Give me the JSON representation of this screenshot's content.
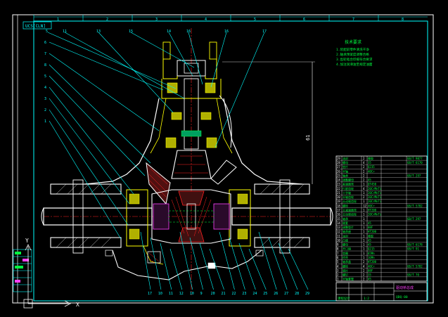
{
  "drawing": {
    "view_tag": "UCS[CLN]",
    "dimension": "61",
    "colors": {
      "background": "#000000",
      "border": "#ffffff",
      "frame": "#00ffff",
      "part": "#ffffff",
      "yellow": "#ffff00",
      "red": "#ff2020",
      "green": "#00ff40",
      "magenta": "#ff40ff"
    }
  },
  "grid_top": [
    "1",
    "2",
    "3",
    "4",
    "5",
    "6",
    "7",
    "8"
  ],
  "leaders_top": [
    "5",
    "11",
    "13",
    "15",
    "14",
    "16",
    "16",
    "17"
  ],
  "leaders_left": [
    "6",
    "7",
    "8",
    "5",
    "4",
    "3",
    "2",
    "1"
  ],
  "leaders_bottom": [
    "17",
    "10",
    "11",
    "12",
    "10",
    "9",
    "20",
    "21",
    "22",
    "23",
    "24",
    "25",
    "26",
    "27",
    "28",
    "29"
  ],
  "notes": {
    "title": "技术要求",
    "lines": [
      "1.装配前零件清洗干净",
      "2.轴承预紧度调整合格",
      "3.齿轮啮合印痕符合要求",
      "4.加注润滑油至规定油面"
    ]
  },
  "bom_rows": [
    {
      "no": "29",
      "name": "油封",
      "qty": "2",
      "mat": "橡胶",
      "note": "GB/T 9877"
    },
    {
      "no": "28",
      "name": "螺母",
      "qty": "4",
      "mat": "35",
      "note": "GB/T 6170"
    },
    {
      "no": "27",
      "name": "垫片",
      "qty": "2",
      "mat": "Q235",
      "note": ""
    },
    {
      "no": "26",
      "name": "半轴",
      "qty": "2",
      "mat": "40Cr",
      "note": ""
    },
    {
      "no": "25",
      "name": "轴承",
      "qty": "2",
      "mat": "",
      "note": "GB/T 297"
    },
    {
      "no": "24",
      "name": "调整螺母",
      "qty": "2",
      "mat": "45",
      "note": ""
    },
    {
      "no": "23",
      "name": "差速器壳",
      "qty": "1",
      "mat": "QT450",
      "note": ""
    },
    {
      "no": "22",
      "name": "行星齿轮",
      "qty": "4",
      "mat": "20CrMnTi",
      "note": ""
    },
    {
      "no": "21",
      "name": "十字轴",
      "qty": "1",
      "mat": "20CrMnTi",
      "note": ""
    },
    {
      "no": "20",
      "name": "半轴齿轮",
      "qty": "2",
      "mat": "20CrMnTi",
      "note": ""
    },
    {
      "no": "19",
      "name": "从动锥齿轮",
      "qty": "1",
      "mat": "20CrMnTi",
      "note": ""
    },
    {
      "no": "18",
      "name": "螺栓",
      "qty": "12",
      "mat": "40Cr",
      "note": "GB/T 5782"
    },
    {
      "no": "17",
      "name": "主减速器壳",
      "qty": "1",
      "mat": "HT200",
      "note": ""
    },
    {
      "no": "16",
      "name": "主动锥齿轮",
      "qty": "1",
      "mat": "20CrMnTi",
      "note": ""
    },
    {
      "no": "15",
      "name": "轴承",
      "qty": "1",
      "mat": "",
      "note": "GB/T 297"
    },
    {
      "no": "14",
      "name": "隔套",
      "qty": "1",
      "mat": "45",
      "note": ""
    },
    {
      "no": "13",
      "name": "调整垫片",
      "qty": "1",
      "mat": "08F",
      "note": ""
    },
    {
      "no": "12",
      "name": "轴承座",
      "qty": "1",
      "mat": "HT200",
      "note": ""
    },
    {
      "no": "11",
      "name": "油封",
      "qty": "1",
      "mat": "橡胶",
      "note": ""
    },
    {
      "no": "10",
      "name": "凸缘",
      "qty": "1",
      "mat": "45",
      "note": ""
    },
    {
      "no": "9",
      "name": "螺母",
      "qty": "1",
      "mat": "45",
      "note": "GB/T 6178"
    },
    {
      "no": "8",
      "name": "开口销",
      "qty": "1",
      "mat": "Q215",
      "note": "GB/T 91"
    },
    {
      "no": "7",
      "name": "垫圈",
      "qty": "1",
      "mat": "65Mn",
      "note": ""
    },
    {
      "no": "6",
      "name": "桥壳",
      "qty": "1",
      "mat": "16Mn",
      "note": ""
    },
    {
      "no": "5",
      "name": "轴承盖",
      "qty": "2",
      "mat": "HT200",
      "note": ""
    },
    {
      "no": "4",
      "name": "螺栓",
      "qty": "4",
      "mat": "40Cr",
      "note": "GB/T 5782"
    },
    {
      "no": "3",
      "name": "锁片",
      "qty": "2",
      "mat": "08F",
      "note": ""
    },
    {
      "no": "2",
      "name": "螺钉",
      "qty": "2",
      "mat": "35",
      "note": "GB/T 70"
    },
    {
      "no": "1",
      "name": "半轴套管",
      "qty": "2",
      "mat": "45",
      "note": ""
    }
  ],
  "title_block": {
    "drawing_name": "驱动桥总成",
    "school": "课程设计",
    "drawing_no": "QDQ-00",
    "scale": "1:2"
  },
  "ucs": {
    "x": "X",
    "y": "Y"
  }
}
